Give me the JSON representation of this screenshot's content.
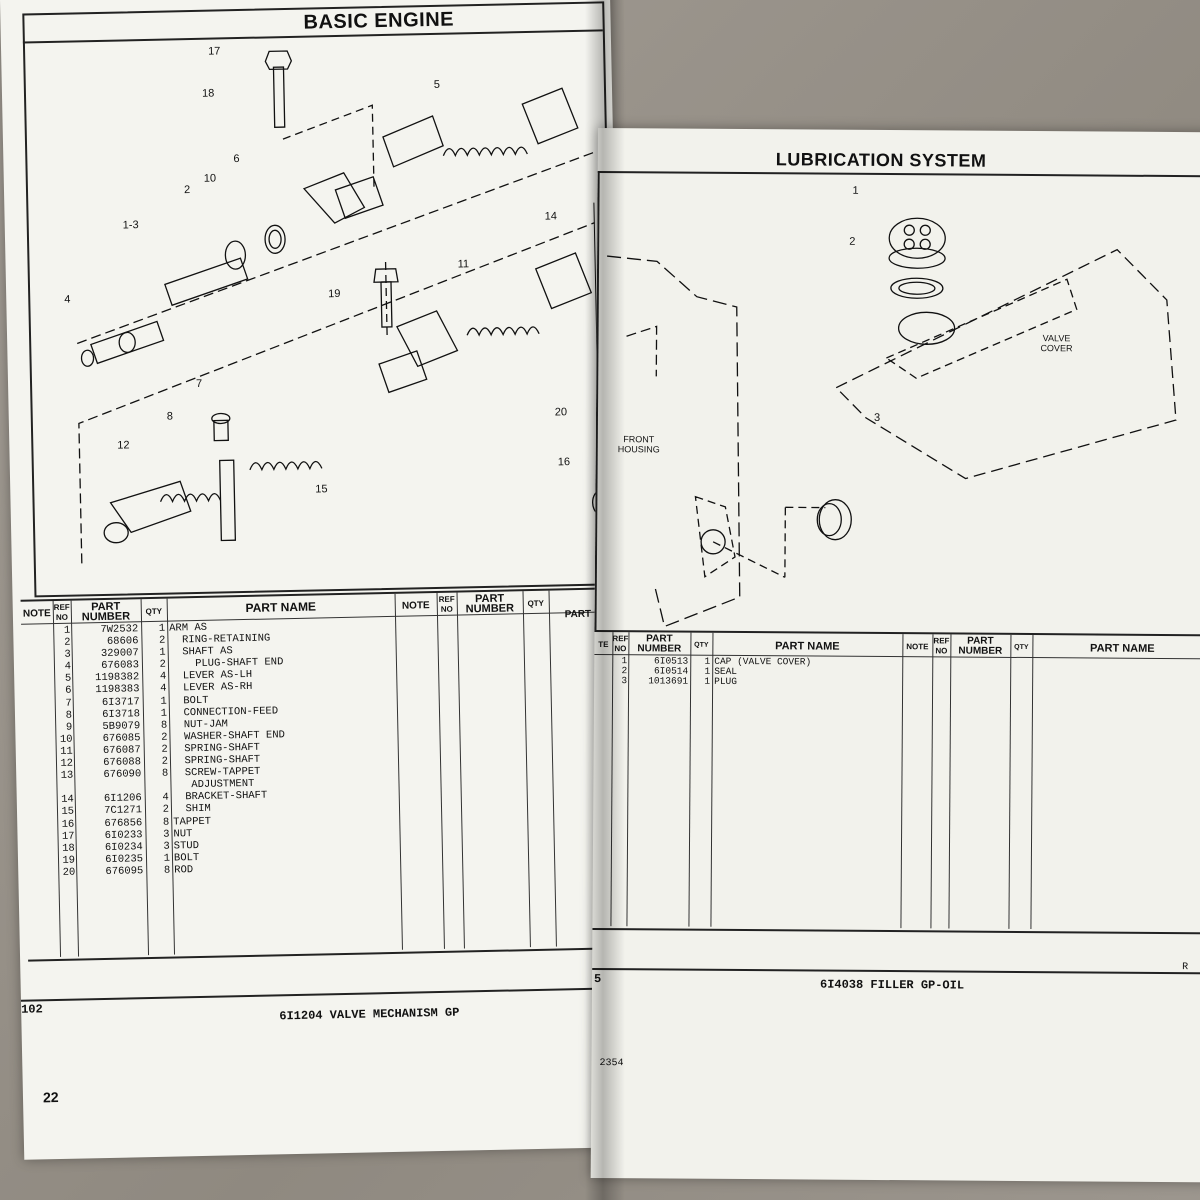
{
  "left": {
    "title": "BASIC ENGINE",
    "headers": {
      "note": "NOTE",
      "ref_no": "REF NO",
      "part_number": "PART NUMBER",
      "qty": "QTY",
      "part_name": "PART NAME",
      "note2": "NOTE",
      "ref_no2": "REF NO",
      "part_number2": "PART NUMBER",
      "qty2": "QTY",
      "part_name2": "PART NAME"
    },
    "parts": [
      {
        "ref": "1",
        "num": "7W2532",
        "qty": "1",
        "name": "ARM AS"
      },
      {
        "ref": "2",
        "num": "68606",
        "qty": "2",
        "name": "  RING-RETAINING"
      },
      {
        "ref": "3",
        "num": "329007",
        "qty": "1",
        "name": "  SHAFT AS"
      },
      {
        "ref": "4",
        "num": "676083",
        "qty": "2",
        "name": "    PLUG-SHAFT END"
      },
      {
        "ref": "5",
        "num": "1198382",
        "qty": "4",
        "name": "  LEVER AS-LH"
      },
      {
        "ref": "6",
        "num": "1198383",
        "qty": "4",
        "name": "  LEVER AS-RH"
      },
      {
        "ref": "7",
        "num": "6I3717",
        "qty": "1",
        "name": "  BOLT"
      },
      {
        "ref": "8",
        "num": "6I3718",
        "qty": "1",
        "name": "  CONNECTION-FEED"
      },
      {
        "ref": "9",
        "num": "5B9079",
        "qty": "8",
        "name": "  NUT-JAM"
      },
      {
        "ref": "10",
        "num": "676085",
        "qty": "2",
        "name": "  WASHER-SHAFT END"
      },
      {
        "ref": "11",
        "num": "676087",
        "qty": "2",
        "name": "  SPRING-SHAFT"
      },
      {
        "ref": "12",
        "num": "676088",
        "qty": "2",
        "name": "  SPRING-SHAFT"
      },
      {
        "ref": "13",
        "num": "676090",
        "qty": "8",
        "name": "  SCREW-TAPPET"
      },
      {
        "ref": "",
        "num": "",
        "qty": "",
        "name": "   ADJUSTMENT"
      },
      {
        "ref": "14",
        "num": "6I1206",
        "qty": "4",
        "name": "  BRACKET-SHAFT"
      },
      {
        "ref": "15",
        "num": "7C1271",
        "qty": "2",
        "name": "  SHIM"
      },
      {
        "ref": "16",
        "num": "676856",
        "qty": "8",
        "name": "TAPPET"
      },
      {
        "ref": "17",
        "num": "6I0233",
        "qty": "3",
        "name": "NUT"
      },
      {
        "ref": "18",
        "num": "6I0234",
        "qty": "3",
        "name": "STUD"
      },
      {
        "ref": "19",
        "num": "6I0235",
        "qty": "1",
        "name": "BOLT"
      },
      {
        "ref": "20",
        "num": "676095",
        "qty": "8",
        "name": "ROD"
      }
    ],
    "callouts": [
      "17",
      "18",
      "5",
      "6",
      "2",
      "10",
      "1-3",
      "4",
      "14",
      "11",
      "19",
      "7",
      "8",
      "12",
      "15",
      "20",
      "16"
    ],
    "footer_left": "102",
    "footer_title": "6I1204 VALVE MECHANISM GP",
    "page_number": "22"
  },
  "right": {
    "title": "LUBRICATION SYSTEM",
    "headers": {
      "note": "TE",
      "ref_no": "REF NO",
      "part_number": "PART NUMBER",
      "qty": "QTY",
      "part_name": "PART NAME",
      "note2": "NOTE",
      "ref_no2": "REF NO",
      "part_number2": "PART NUMBER",
      "qty2": "QTY",
      "part_name2": "PART NAME"
    },
    "parts": [
      {
        "ref": "1",
        "num": "6I0513",
        "qty": "1",
        "name": "CAP (VALVE COVER)"
      },
      {
        "ref": "2",
        "num": "6I0514",
        "qty": "1",
        "name": "SEAL"
      },
      {
        "ref": "3",
        "num": "1013691",
        "qty": "1",
        "name": "PLUG"
      }
    ],
    "labels": {
      "valve_cover": "VALVE COVER",
      "front_housing": "FRONT HOUSING"
    },
    "callouts": [
      "1",
      "2",
      "3"
    ],
    "footer_left": "5",
    "footer_title": "6I4038 FILLER GP-OIL",
    "footer_right": "R",
    "bottom_code": "2354"
  }
}
